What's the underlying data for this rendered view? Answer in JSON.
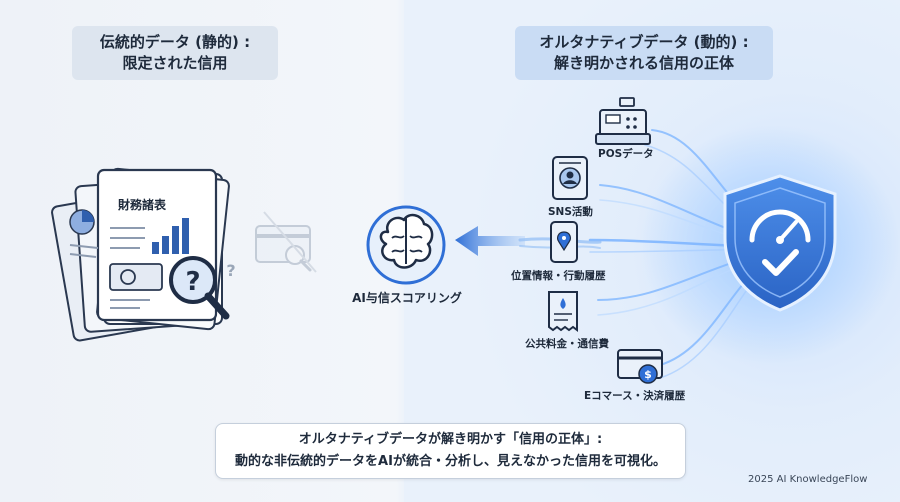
{
  "left_title": {
    "line1": "伝統的データ (静的) :",
    "line2": "限定された信用"
  },
  "right_title": {
    "line1": "オルタナティブデータ (動的) :",
    "line2": "解き明かされる信用の正体"
  },
  "document_label": "財務諸表",
  "ai_label": "AI与信スコアリング",
  "sources": [
    {
      "label": "POSデータ",
      "icon": "cash-register-icon"
    },
    {
      "label": "SNS活動",
      "icon": "social-profile-icon"
    },
    {
      "label": "位置情報・行動履歴",
      "icon": "location-phone-icon"
    },
    {
      "label": "公共料金・通信費",
      "icon": "bill-receipt-icon"
    },
    {
      "label": "Eコマース・決済履歴",
      "icon": "payment-card-icon"
    }
  ],
  "bottom": {
    "line1": "オルタナティブデータが解き明かす「信用の正体」:",
    "line2": "動的な非伝統的データをAIが統合・分析し、見えなかった信用を可視化。"
  },
  "credit": "2025 AI KnowledgeFlow",
  "colors": {
    "accent": "#2f6fd6",
    "dark": "#1e2a3b",
    "glow": "#7fb6ff"
  }
}
